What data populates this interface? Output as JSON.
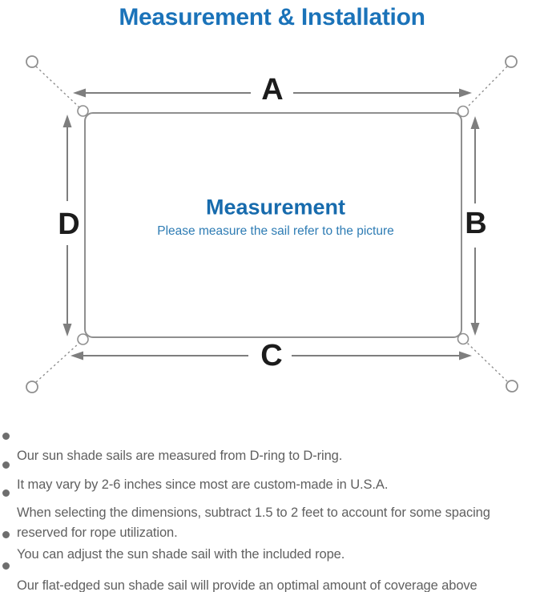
{
  "title": "Measurement & Installation",
  "diagram": {
    "heading": "Measurement",
    "subheading": "Please measure the sail refer to the picture",
    "labels": {
      "top": "A",
      "right": "B",
      "bottom": "C",
      "left": "D"
    }
  },
  "notes": [
    "Our sun shade sails are measured from D-ring to D-ring.",
    "It may vary by 2-6 inches since most are custom-made in U.S.A.",
    "When selecting the dimensions, subtract 1.5 to 2 feet to account for some spacing\nreserved for rope utilization.",
    "You can adjust the sun shade sail with the included rope.",
    "Our flat-edged sun shade sail will provide an optimal amount of coverage above\nthe area it’ s placed."
  ],
  "colors": {
    "title_blue": "#1b73b9",
    "heading_blue": "#176bad",
    "subheading_blue": "#2e7cb4",
    "dimension_label_black": "#1c1c1c",
    "outline_gray": "#8f8f8f",
    "arrow_gray": "#7e7e7e",
    "note_text_gray": "#606060"
  }
}
